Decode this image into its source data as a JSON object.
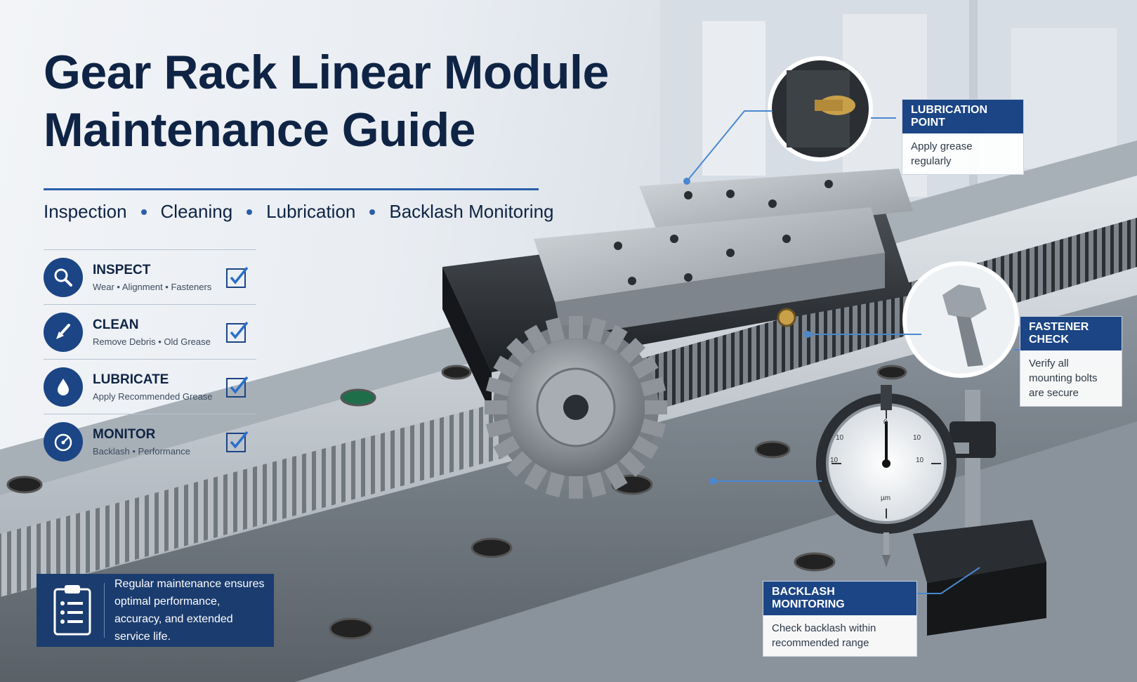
{
  "title": {
    "line1": "Gear Rack Linear Module",
    "line2": "Maintenance Guide"
  },
  "subnav": [
    "Inspection",
    "Cleaning",
    "Lubrication",
    "Backlash Monitoring"
  ],
  "steps": [
    {
      "title": "INSPECT",
      "subtitle": "Wear • Alignment • Fasteners",
      "icon": "magnifier-icon"
    },
    {
      "title": "CLEAN",
      "subtitle": "Remove Debris • Old Grease",
      "icon": "brush-icon"
    },
    {
      "title": "LUBRICATE",
      "subtitle": "Apply Recommended Grease",
      "icon": "oil-drop-icon"
    },
    {
      "title": "MONITOR",
      "subtitle": "Backlash • Performance",
      "icon": "gauge-icon"
    }
  ],
  "note": {
    "text": "Regular maintenance ensures optimal performance, accuracy, and extended service life."
  },
  "callouts": {
    "lubrication": {
      "label": "LUBRICATION POINT",
      "desc": "Apply grease regularly"
    },
    "fastener": {
      "label": "FASTENER CHECK",
      "desc": "Verify all mounting bolts are secure"
    },
    "backlash": {
      "label": "BACKLASH MONITORING",
      "desc": "Check backlash within recommended range"
    }
  },
  "gauge": {
    "top": "0",
    "left_upper": "10",
    "right_upper": "10",
    "left_lower": "10",
    "right_lower": "10",
    "unit": "µm"
  },
  "colors": {
    "navy": "#1b4585",
    "dark_navy": "#0f2445",
    "accent": "#2a5fa8",
    "note_bg": "#1b3c6f"
  }
}
